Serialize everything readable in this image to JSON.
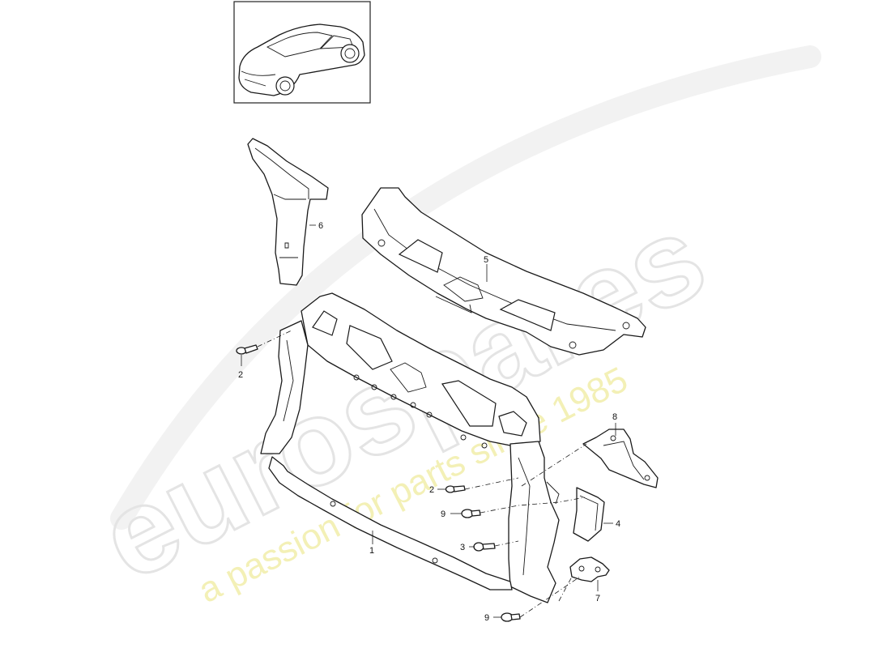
{
  "watermark": {
    "logo_text": "eurospares",
    "tagline": "a passion for parts since 1985"
  },
  "callouts": [
    {
      "id": "1",
      "label": "1"
    },
    {
      "id": "2a",
      "label": "2"
    },
    {
      "id": "2b",
      "label": "2"
    },
    {
      "id": "3",
      "label": "3"
    },
    {
      "id": "4",
      "label": "4"
    },
    {
      "id": "5",
      "label": "5"
    },
    {
      "id": "6",
      "label": "6"
    },
    {
      "id": "7",
      "label": "7"
    },
    {
      "id": "8",
      "label": "8"
    },
    {
      "id": "9a",
      "label": "9"
    },
    {
      "id": "9b",
      "label": "9"
    }
  ],
  "thumbnail": {
    "icon": "car-thumbnail-icon"
  }
}
